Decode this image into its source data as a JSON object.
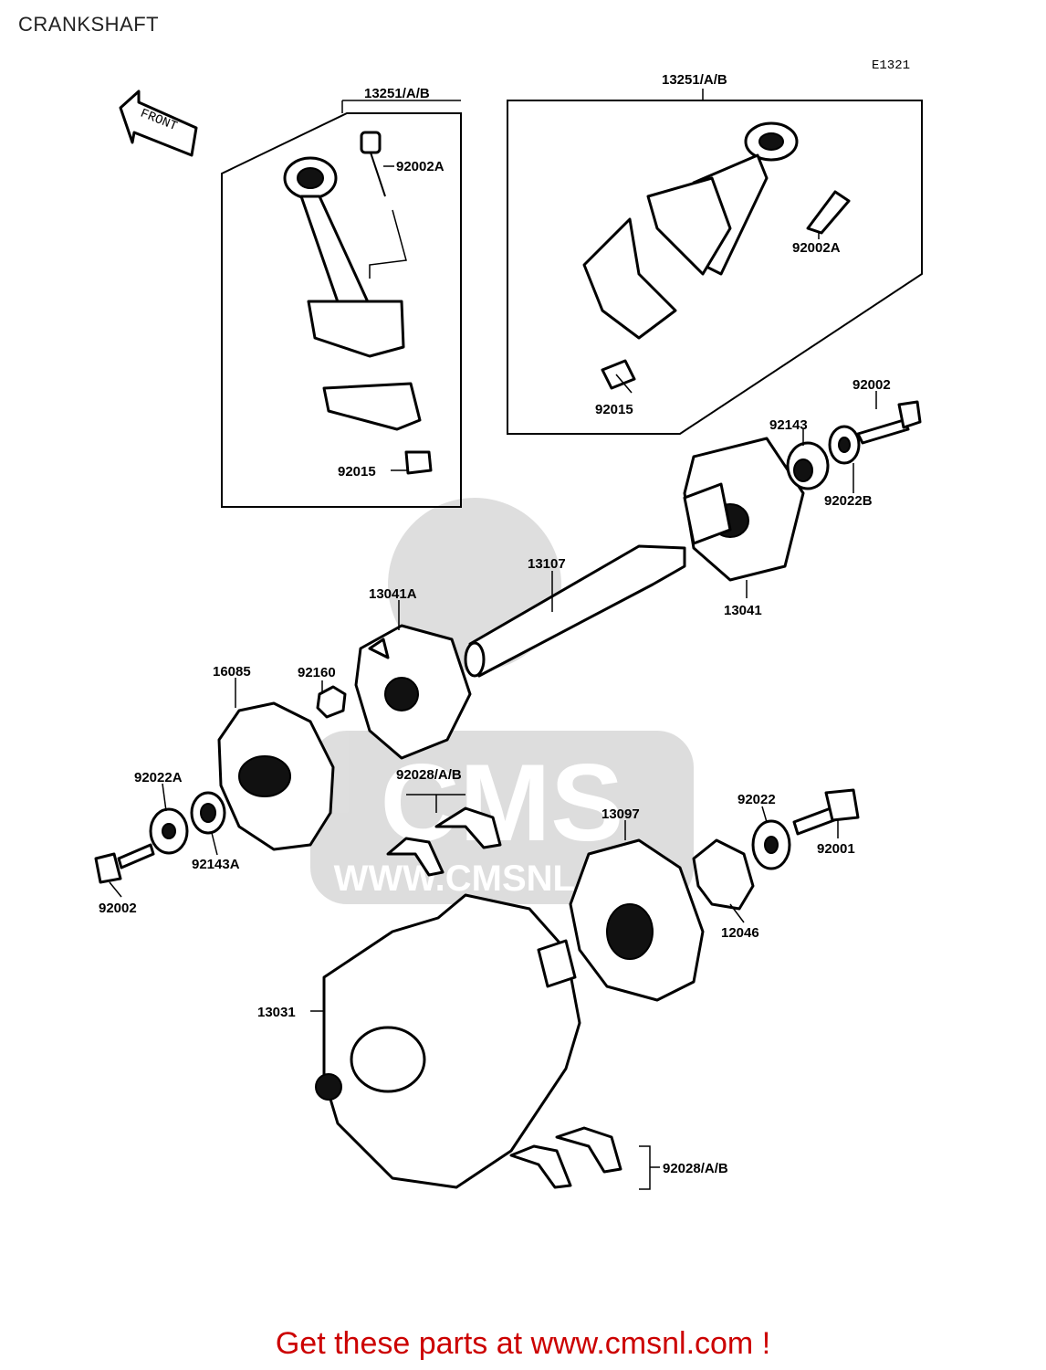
{
  "title": "CRANKSHAFT",
  "figure_code": "E1321",
  "front_marker": "FRONT",
  "watermark": {
    "brand": "CMS",
    "site": "WWW.CMSNL.COM"
  },
  "callouts": [
    {
      "id": "c01",
      "text": "13251/A/B"
    },
    {
      "id": "c02",
      "text": "92002A"
    },
    {
      "id": "c03",
      "text": "92015"
    },
    {
      "id": "c04",
      "text": "13251/A/B"
    },
    {
      "id": "c05",
      "text": "92002A"
    },
    {
      "id": "c06",
      "text": "92015"
    },
    {
      "id": "c07",
      "text": "92002"
    },
    {
      "id": "c08",
      "text": "92143"
    },
    {
      "id": "c09",
      "text": "92022B"
    },
    {
      "id": "c10",
      "text": "13107"
    },
    {
      "id": "c11",
      "text": "13041"
    },
    {
      "id": "c12",
      "text": "13041A"
    },
    {
      "id": "c13",
      "text": "16085"
    },
    {
      "id": "c14",
      "text": "92160"
    },
    {
      "id": "c15",
      "text": "92028/A/B"
    },
    {
      "id": "c16",
      "text": "92022A"
    },
    {
      "id": "c17",
      "text": "92143A"
    },
    {
      "id": "c18",
      "text": "92002"
    },
    {
      "id": "c19",
      "text": "13097"
    },
    {
      "id": "c20",
      "text": "92022"
    },
    {
      "id": "c21",
      "text": "92001"
    },
    {
      "id": "c22",
      "text": "12046"
    },
    {
      "id": "c23",
      "text": "13031"
    },
    {
      "id": "c24",
      "text": "92028/A/B"
    }
  ],
  "footer_link": "Get these parts at www.cmsnl.com !"
}
